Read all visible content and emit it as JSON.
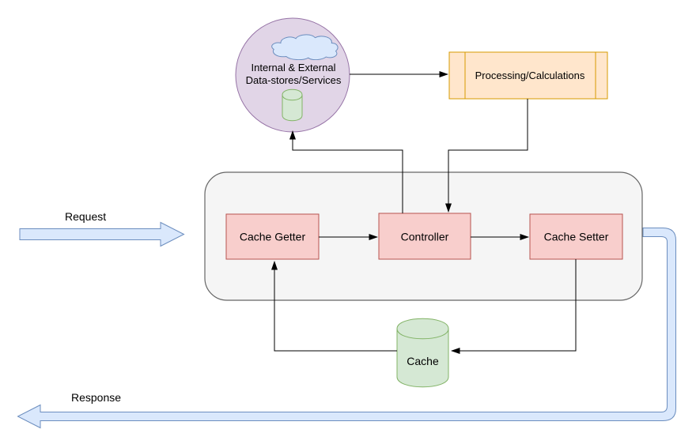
{
  "theme": {
    "purple-fill": "#e1d5e7",
    "purple-stroke": "#9673a6",
    "blue-fill": "#dae8fc",
    "blue-stroke": "#6c8ebf",
    "green-fill": "#d5e8d4",
    "green-stroke": "#82b366",
    "orange-fill": "#ffe6cc",
    "orange-stroke": "#d79b00",
    "gray-fill": "#f5f5f5",
    "gray-stroke": "#666666",
    "pink-fill": "#f8cecc",
    "pink-stroke": "#b85450",
    "edge-color": "#000000",
    "text-color": "#000000"
  },
  "diagram": {
    "nodes": {
      "datastores": {
        "line1": "Internal & External",
        "line2": "Data-stores/Services",
        "icons": [
          "cloud-icon",
          "database-icon"
        ]
      },
      "processing": {
        "label": "Processing/Calculations"
      },
      "cache_getter": {
        "label": "Cache Getter"
      },
      "controller": {
        "label": "Controller"
      },
      "cache_setter": {
        "label": "Cache Setter"
      },
      "cache_db": {
        "label": "Cache"
      }
    },
    "flows": {
      "request": {
        "label": "Request"
      },
      "response": {
        "label": "Response"
      }
    }
  }
}
